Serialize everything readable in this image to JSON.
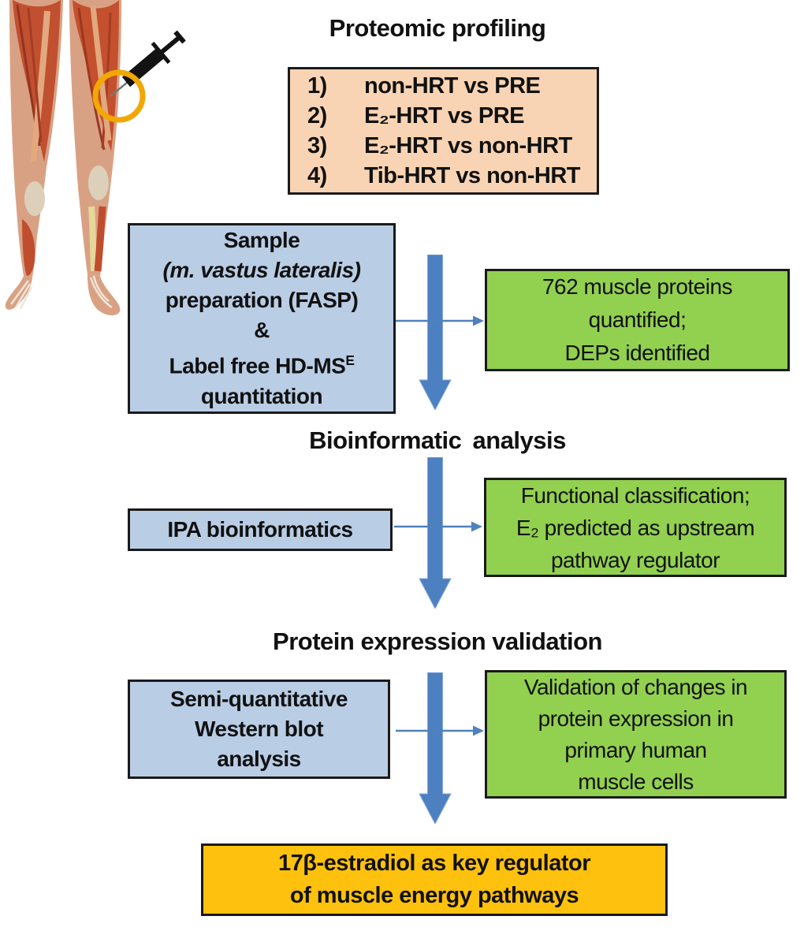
{
  "headings": {
    "proteomic": "Proteomic profiling",
    "bioinformatic": "Bioinformatic analysis",
    "validation": "Protein expression validation"
  },
  "comparisons_box": {
    "fill": "#f9d4b4",
    "items": [
      {
        "num": "1)",
        "label": "non-HRT vs PRE"
      },
      {
        "num": "2)",
        "label": "E₂-HRT vs PRE"
      },
      {
        "num": "3)",
        "label": "E₂-HRT vs non-HRT"
      },
      {
        "num": "4)",
        "label": "Tib-HRT vs non-HRT"
      }
    ]
  },
  "sample_box": {
    "fill": "#b9cde5",
    "line1": "Sample",
    "line2": "(m. vastus lateralis)",
    "line3": "preparation (FASP)",
    "line4": "&",
    "line5_main": "Label free HD-MS",
    "line5_sup": "E",
    "line6": "quantitation"
  },
  "proteins_box": {
    "fill": "#92d050",
    "line1": "762 muscle proteins",
    "line2": "quantified;",
    "line3": "DEPs identified"
  },
  "ipa_box": {
    "fill": "#b9cde5",
    "label": "IPA bioinformatics"
  },
  "functional_box": {
    "fill": "#92d050",
    "line1": "Functional classification;",
    "line2": "E₂ predicted as upstream",
    "line3": "pathway regulator"
  },
  "western_box": {
    "fill": "#b9cde5",
    "line1": "Semi-quantitative",
    "line2": "Western blot",
    "line3": "analysis"
  },
  "validation_box": {
    "fill": "#92d050",
    "line1": "Validation of changes in",
    "line2": "protein expression in",
    "line3": "primary human",
    "line4": "muscle cells"
  },
  "conclusion_box": {
    "fill": "#fec10d",
    "line1": "17β-estradiol as key regulator",
    "line2": "of muscle energy pathways"
  },
  "figure": {
    "description": "Leg muscle anatomy with biopsy syringe at m. vastus lateralis",
    "circle_color": "#f2a702",
    "arrow_color": "#4d80c0"
  }
}
